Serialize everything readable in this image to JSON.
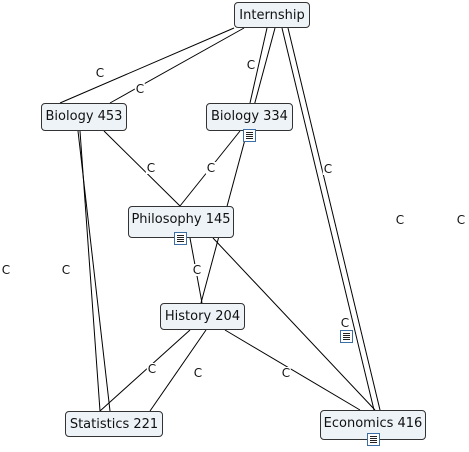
{
  "nodes": [
    {
      "id": "internship",
      "label": "Internship",
      "has_doc": false
    },
    {
      "id": "biology453",
      "label": "Biology 453",
      "has_doc": false
    },
    {
      "id": "biology334",
      "label": "Biology 334",
      "has_doc": true
    },
    {
      "id": "philosophy145",
      "label": "Philosophy 145",
      "has_doc": true
    },
    {
      "id": "history204",
      "label": "History 204",
      "has_doc": false
    },
    {
      "id": "statistics221",
      "label": "Statistics 221",
      "has_doc": false
    },
    {
      "id": "economics416",
      "label": "Economics 416",
      "has_doc": true
    }
  ],
  "edges": [
    {
      "from": "internship",
      "to": "biology453",
      "label": "C",
      "has_doc": false
    },
    {
      "from": "internship",
      "to": "biology453",
      "label": "C",
      "has_doc": false
    },
    {
      "from": "internship",
      "to": "biology334",
      "label": "C",
      "has_doc": false
    },
    {
      "from": "internship",
      "to": "history204",
      "label": "C",
      "has_doc": false
    },
    {
      "from": "internship",
      "to": "economics416",
      "label": "C",
      "has_doc": false
    },
    {
      "from": "internship",
      "to": "economics416",
      "label": "C",
      "has_doc": false
    },
    {
      "from": "biology453",
      "to": "philosophy145",
      "label": "C",
      "has_doc": false
    },
    {
      "from": "biology334",
      "to": "philosophy145",
      "label": "C",
      "has_doc": false
    },
    {
      "from": "biology453",
      "to": "statistics221",
      "label": "C",
      "has_doc": false
    },
    {
      "from": "biology453",
      "to": "statistics221",
      "label": "C",
      "has_doc": false
    },
    {
      "from": "philosophy145",
      "to": "history204",
      "label": "C",
      "has_doc": false
    },
    {
      "from": "philosophy145",
      "to": "economics416",
      "label": "C",
      "has_doc": true
    },
    {
      "from": "history204",
      "to": "statistics221",
      "label": "C",
      "has_doc": false
    },
    {
      "from": "history204",
      "to": "statistics221",
      "label": "C",
      "has_doc": false
    },
    {
      "from": "history204",
      "to": "economics416",
      "label": "C",
      "has_doc": false
    }
  ],
  "colors": {
    "node_fill": "#eef3f8",
    "node_border": "#333333",
    "line": "#000000",
    "icon_border": "#3b6ea5"
  }
}
